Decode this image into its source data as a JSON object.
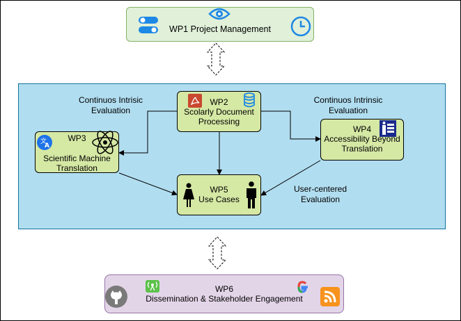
{
  "wp1": {
    "title": "WP1 Project Management",
    "icons": [
      "toggle-switches-icon",
      "eye-icon",
      "clock-icon"
    ]
  },
  "wp2": {
    "code": "WP2",
    "title_line1": "Scolarly Document",
    "title_line2": "Processing",
    "icons": [
      "pdf-icon",
      "database-icon"
    ]
  },
  "wp3": {
    "code": "WP3",
    "title_line1": "Scientific Machine",
    "title_line2": "Translation",
    "icons": [
      "translate-icon",
      "atom-icon"
    ]
  },
  "wp4": {
    "code": "WP4",
    "title_line1": "Accessibility Beyond",
    "title_line2": "Translation",
    "icons": [
      "accessibility-icon"
    ]
  },
  "wp5": {
    "code": "WP5",
    "title_line1": "Use Cases",
    "icons": [
      "woman-icon",
      "man-icon"
    ]
  },
  "wp6": {
    "code": "WP6",
    "title_line1": "Dissemination & Stakeholder Engagement",
    "icons": [
      "github-icon",
      "broadcast-icon",
      "google-icon",
      "rss-icon"
    ]
  },
  "labels": {
    "eval_left_line1": "Continuos Intrisic",
    "eval_left_line2": "Evaluation",
    "eval_right_line1": "Continuos Intrinsic",
    "eval_right_line2": "Evaluation",
    "user_eval_line1": "User-centered",
    "user_eval_line2": "Evaluation"
  },
  "colors": {
    "wp1_fill": "#e0f0d9",
    "wp1_stroke": "#82b366",
    "wp6_fill": "#e3d5e8",
    "wp6_stroke": "#9673a6",
    "region_fill": "#b1ddf0",
    "region_stroke": "#10739e",
    "wp_fill": "#d5e8a4"
  }
}
